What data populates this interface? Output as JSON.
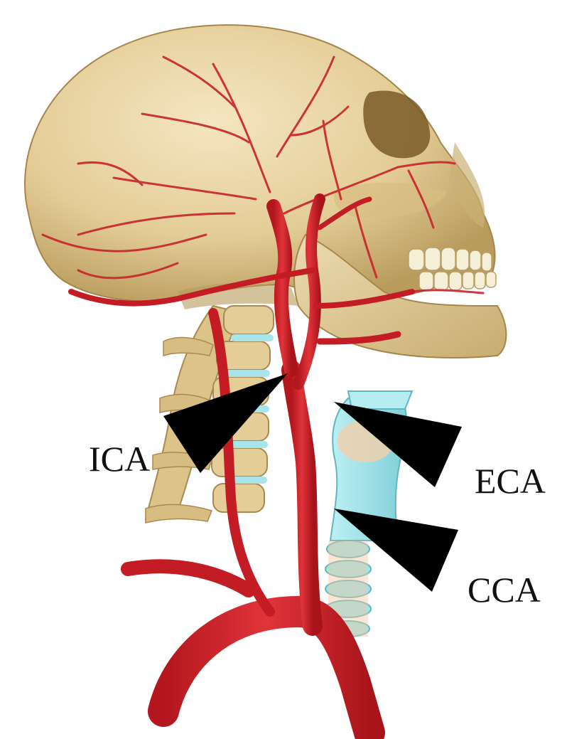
{
  "figure": {
    "labels": {
      "ica": "ICA",
      "eca": "ECA",
      "cca": "CCA"
    },
    "colors": {
      "background": "#ffffff",
      "bone": "#e6d2a3",
      "bone_shadow": "#b89a5c",
      "artery": "#d4232b",
      "artery_dark": "#9c1418",
      "cartilage": "#9fe3ea",
      "arrow": "#000000"
    }
  }
}
